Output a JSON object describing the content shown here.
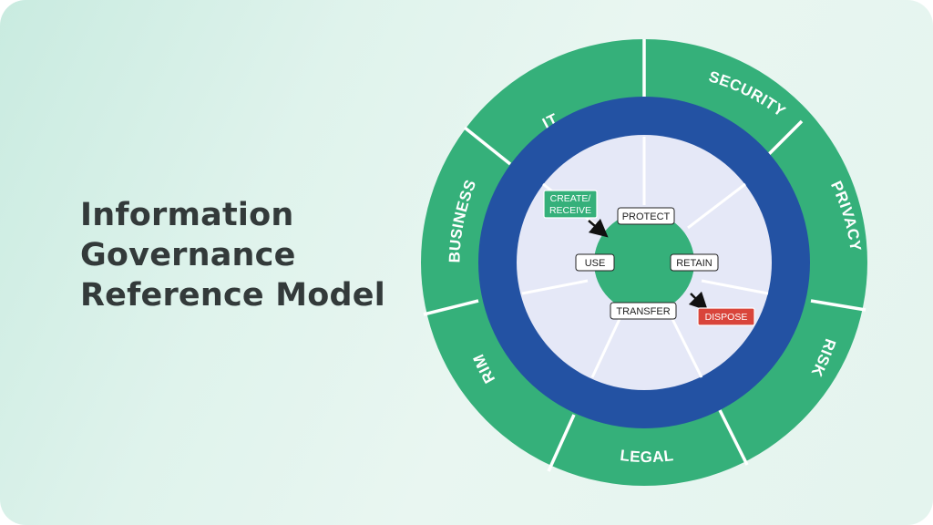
{
  "title_lines": [
    "Information",
    "Governance",
    "Reference Model"
  ],
  "outer_ring": {
    "color": "#35b07a",
    "segments": [
      "IT",
      "SECURITY",
      "PRIVACY",
      "RISK",
      "LEGAL",
      "RIM",
      "BUSINESS"
    ]
  },
  "middle_ring_color": "#2352a3",
  "inner_disc_color": "#e5e8f7",
  "lifecycle": {
    "core_color": "#35b07a",
    "stages": [
      "PROTECT",
      "RETAIN",
      "TRANSFER",
      "USE"
    ],
    "entry_tag": {
      "lines": [
        "CREATE/",
        "RECEIVE"
      ],
      "color": "#35b07a"
    },
    "exit_tag": {
      "text": "DISPOSE",
      "color": "#d9453b"
    }
  }
}
